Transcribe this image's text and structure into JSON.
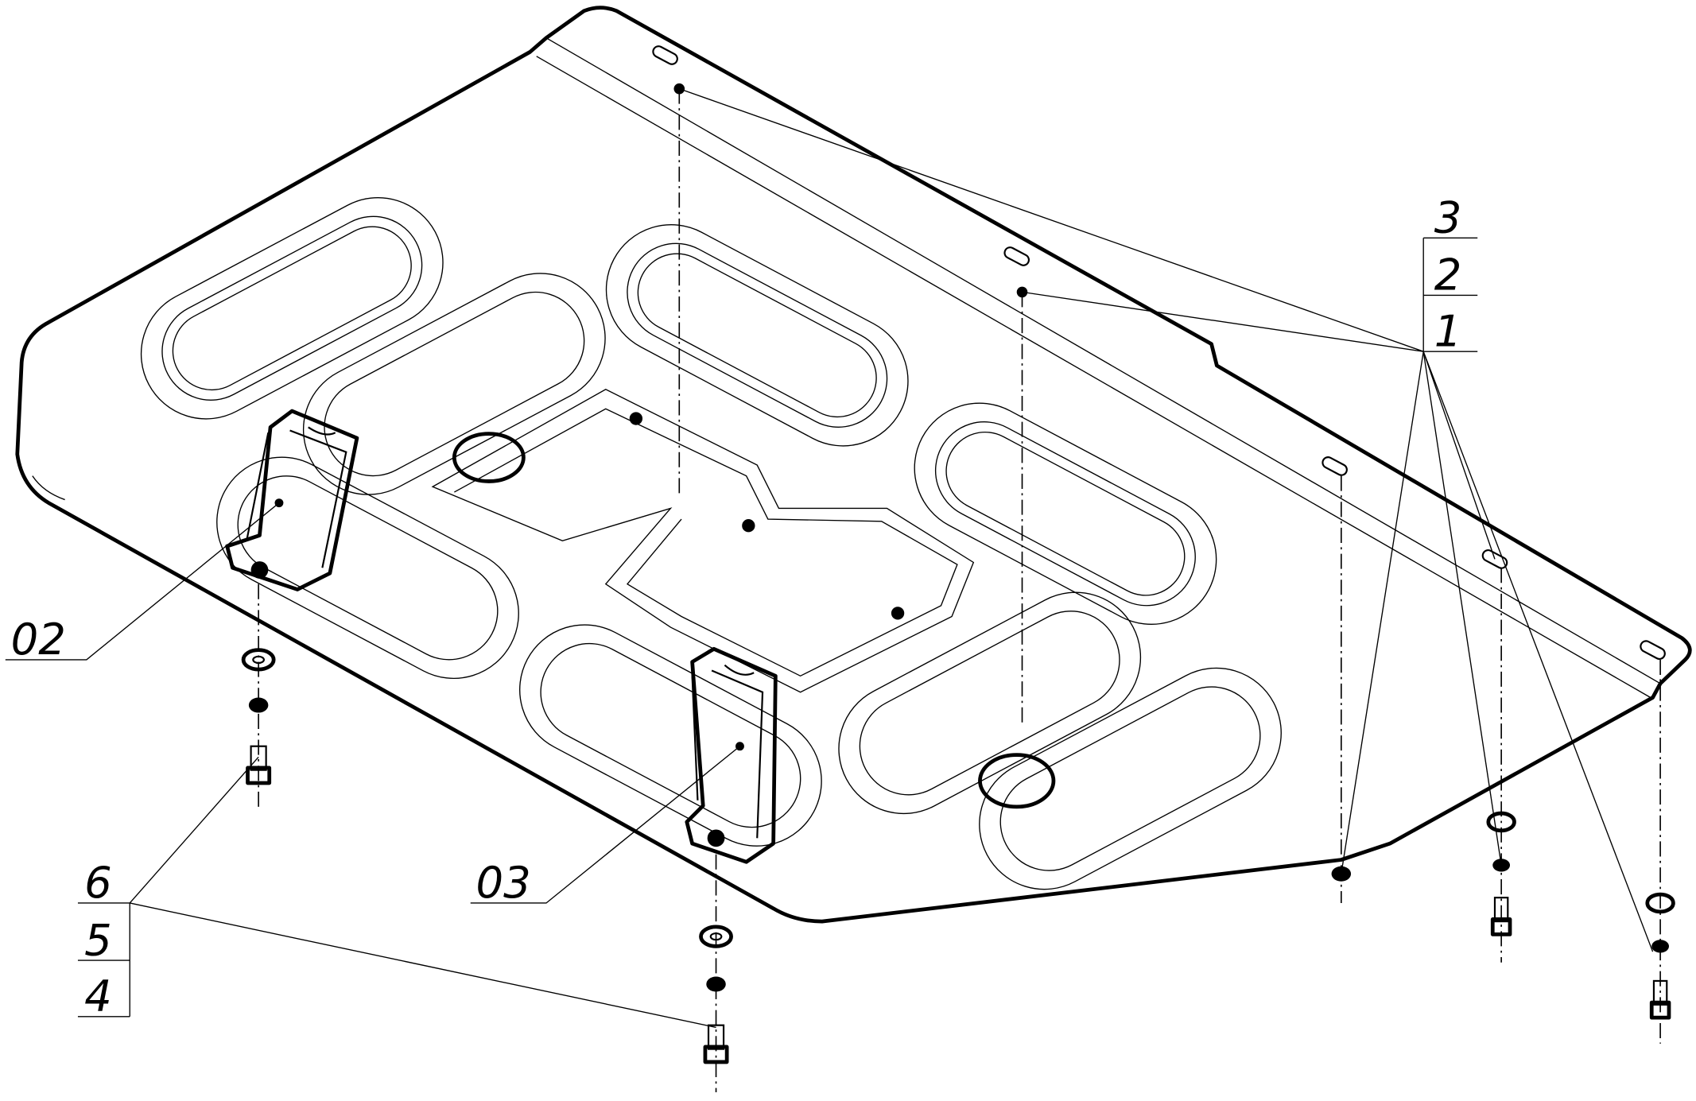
{
  "drawing": {
    "title": "Skid plate assembly (exploded isometric view)",
    "callouts": {
      "group_right": [
        "3",
        "2",
        "1"
      ],
      "group_left": [
        "6",
        "5",
        "4"
      ],
      "bracket_left": "02",
      "bracket_center": "03"
    },
    "colors": {
      "line": "#000000",
      "background": "#ffffff"
    }
  }
}
